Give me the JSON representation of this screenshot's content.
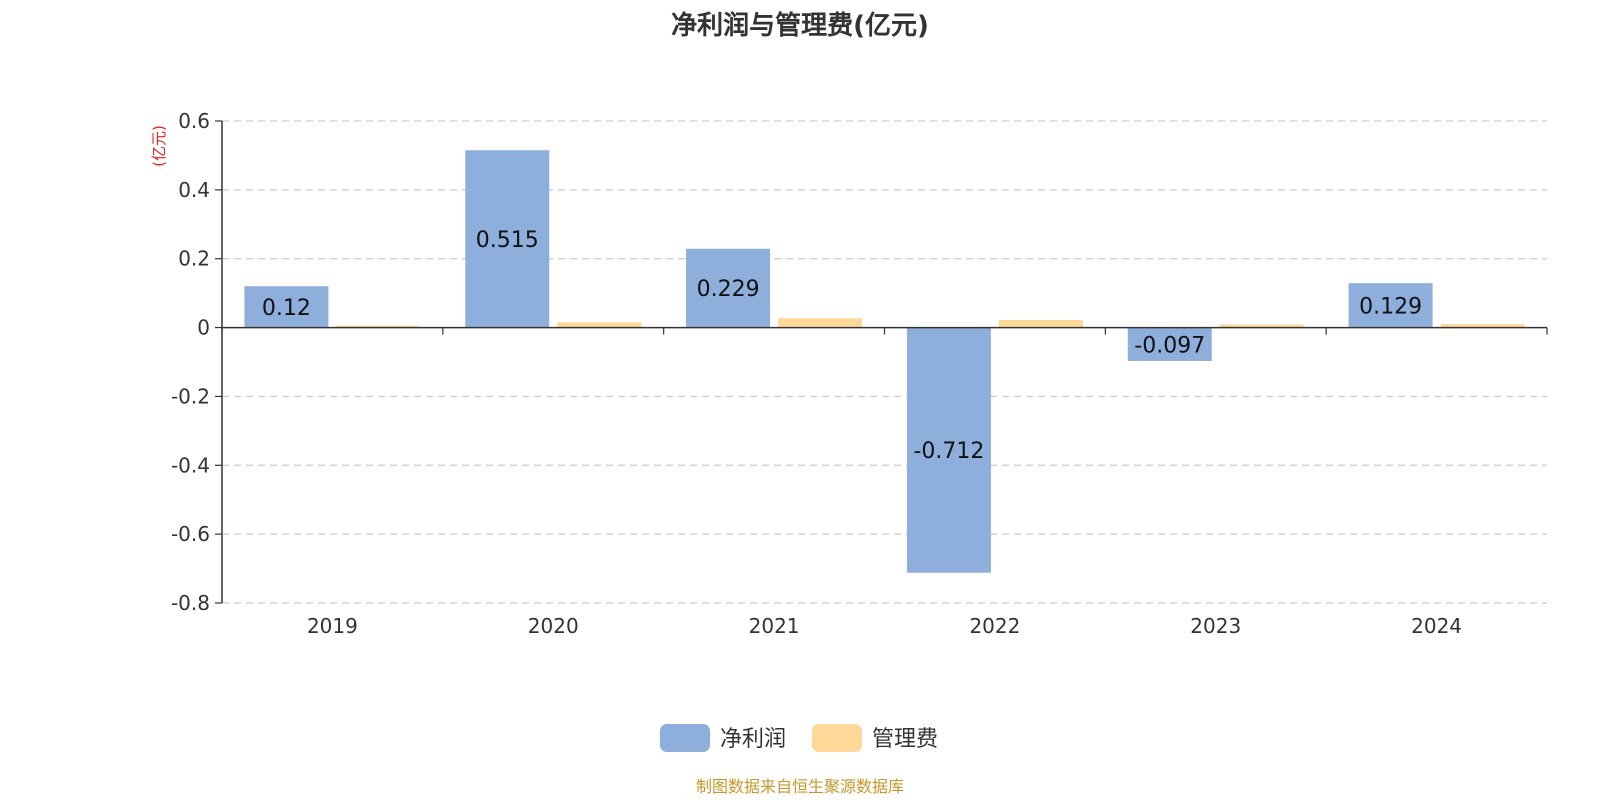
{
  "chart_data": {
    "type": "bar",
    "title": "净利润与管理费(亿元)",
    "y_unit": "(亿元)",
    "categories": [
      "2019",
      "2020",
      "2021",
      "2022",
      "2023",
      "2024"
    ],
    "series": [
      {
        "name": "净利润",
        "color": "#8eaedb",
        "values": [
          0.12,
          0.515,
          0.229,
          -0.712,
          -0.097,
          0.129
        ],
        "labels": [
          "0.12",
          "0.515",
          "0.229",
          "-0.712",
          "-0.097",
          "0.129"
        ]
      },
      {
        "name": "管理费",
        "color": "#fdd899",
        "values": [
          0.006,
          0.015,
          0.027,
          0.022,
          0.009,
          0.01
        ],
        "labels": null
      }
    ],
    "ylim": [
      -0.8,
      0.6
    ],
    "yticks": [
      0.6,
      0.4,
      0.2,
      0,
      -0.2,
      -0.4,
      -0.6,
      -0.8
    ],
    "ytick_labels": [
      "0.6",
      "0.4",
      "0.2",
      "0",
      "-0.2",
      "-0.4",
      "-0.6",
      "-0.8"
    ],
    "grid": true,
    "legend_position": "bottom-center"
  },
  "source": "制图数据来自恒生聚源数据库"
}
